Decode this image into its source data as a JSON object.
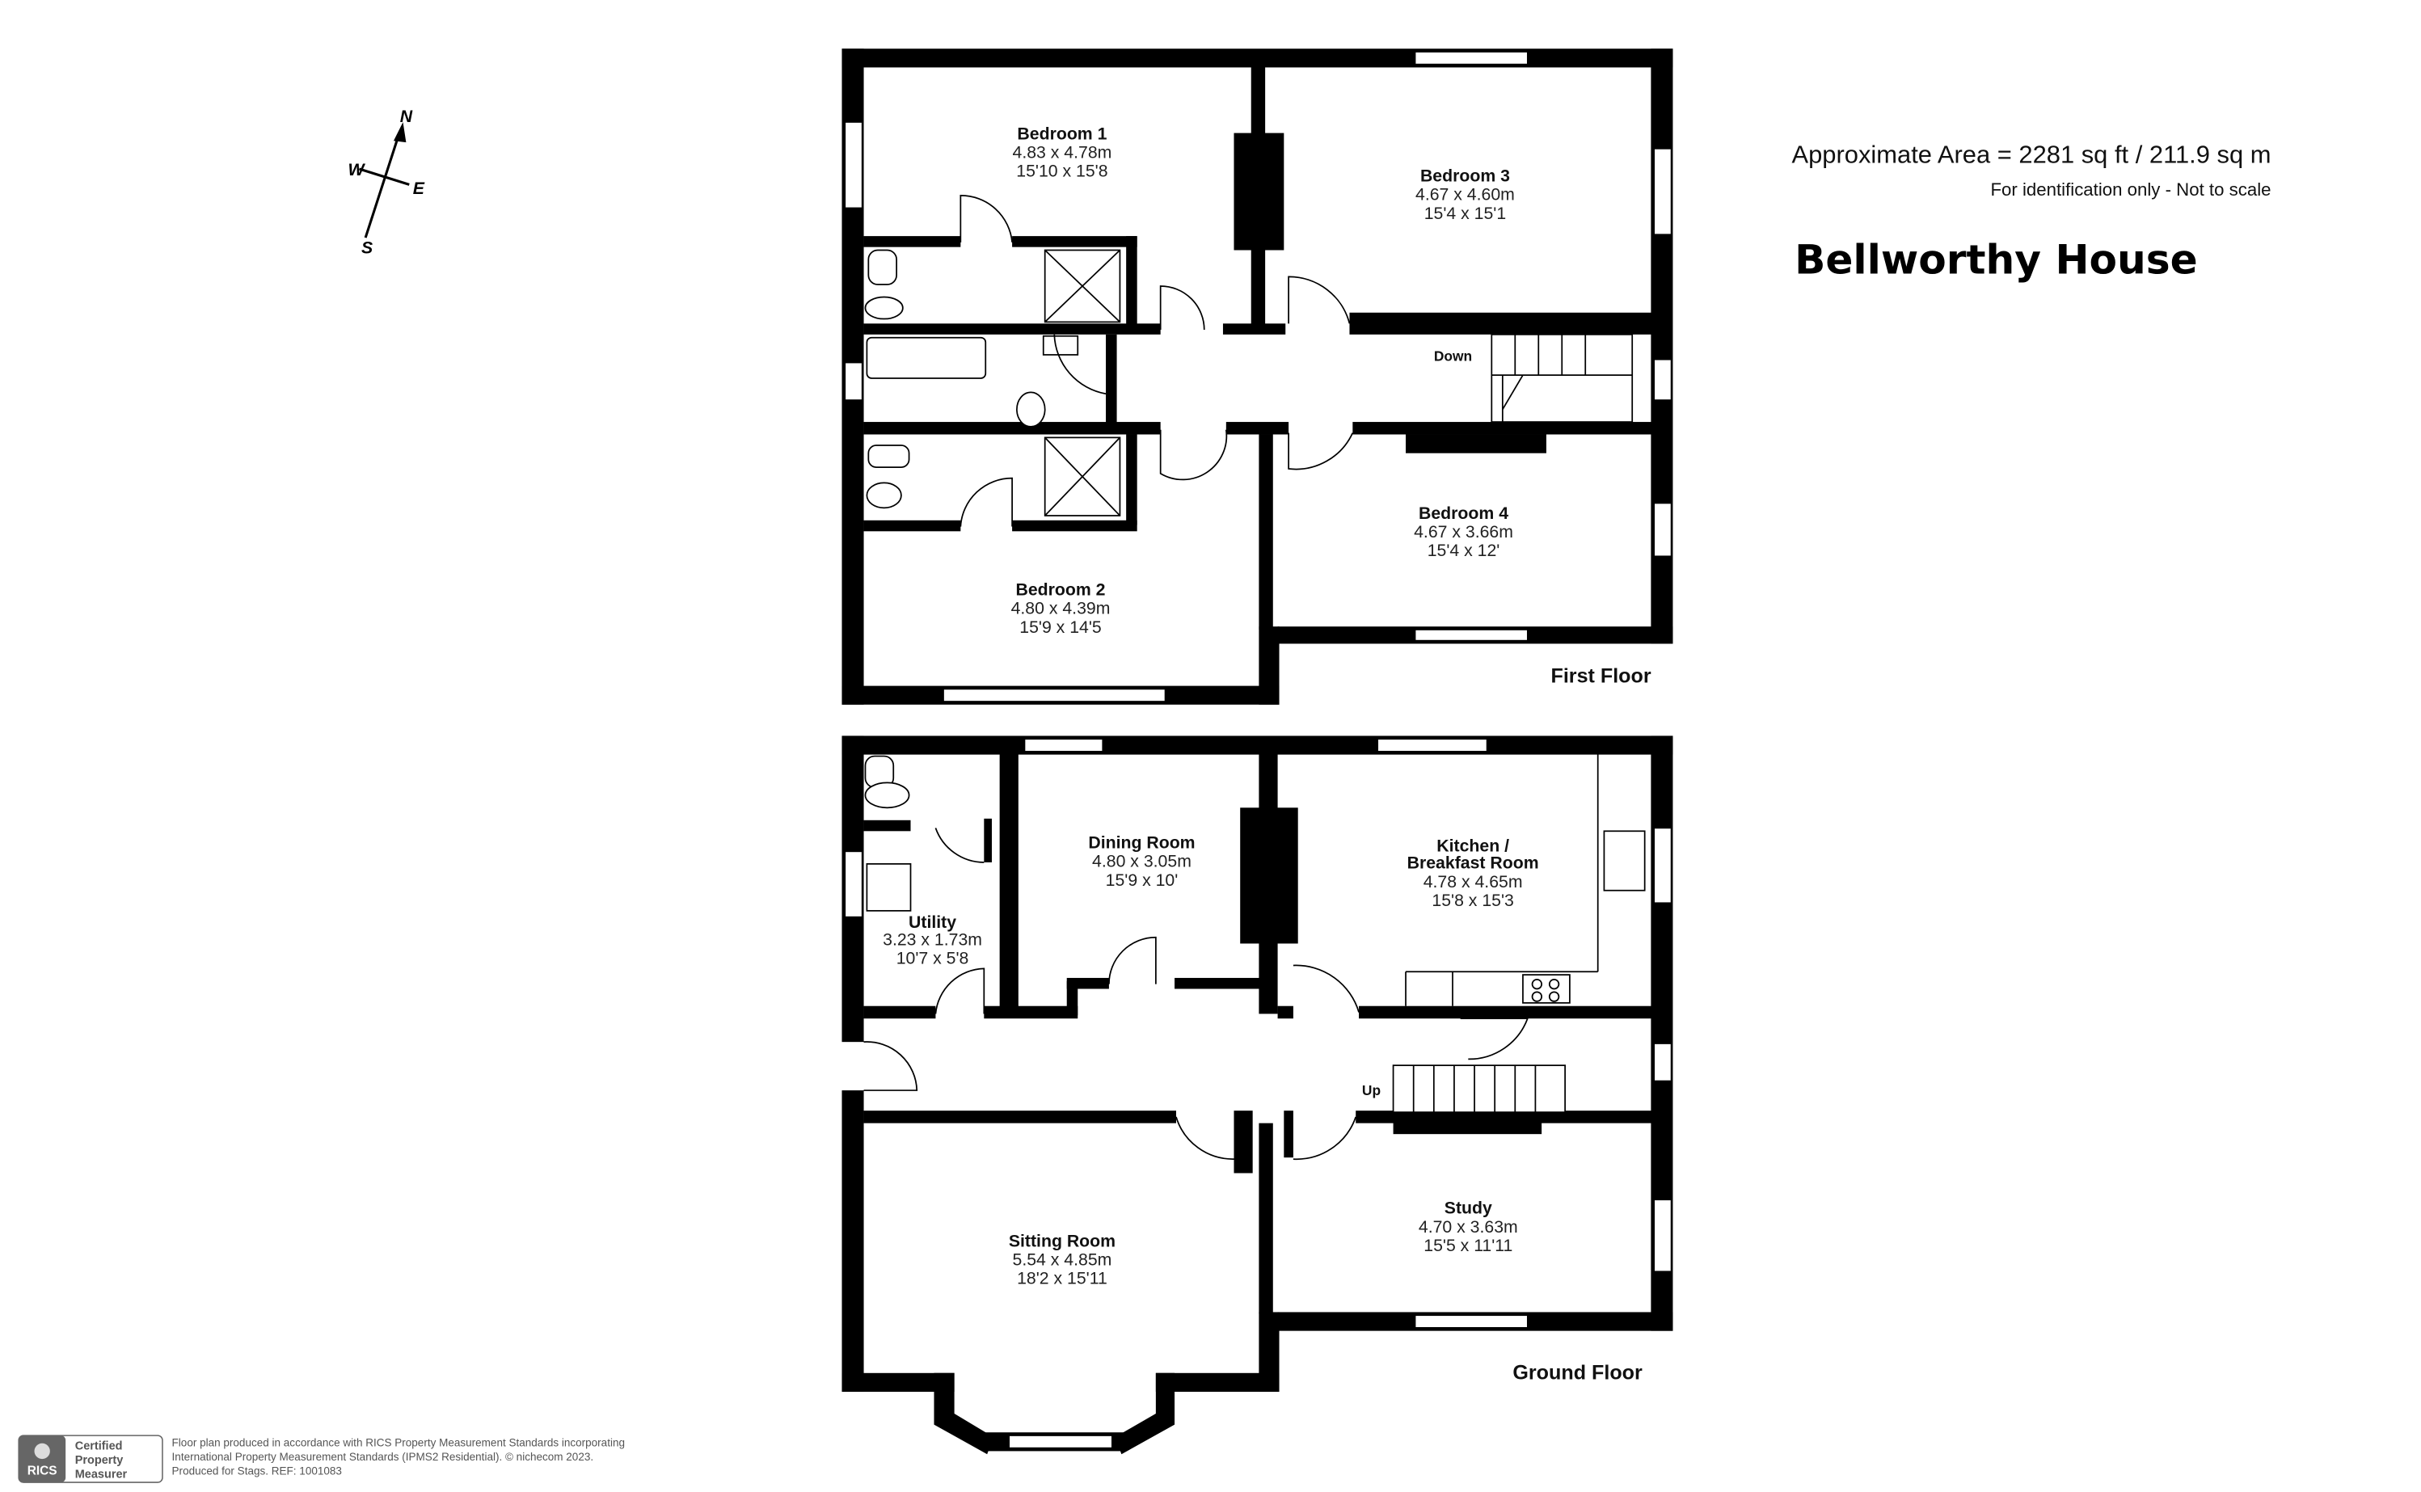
{
  "header": {
    "area": "Approximate Area = 2281 sq ft / 211.9 sq m",
    "disclaimer": "For identification only - Not to scale",
    "title": "Bellworthy House"
  },
  "compass": {
    "n": "N",
    "s": "S",
    "e": "E",
    "w": "W"
  },
  "first_floor": {
    "label": "First Floor",
    "stairs_label": "Down",
    "rooms": [
      {
        "name": "Bedroom 1",
        "metric": "4.83 x 4.78m",
        "imperial": "15'10 x 15'8"
      },
      {
        "name": "Bedroom 3",
        "metric": "4.67 x 4.60m",
        "imperial": "15'4 x 15'1"
      },
      {
        "name": "Bedroom 2",
        "metric": "4.80 x 4.39m",
        "imperial": "15'9 x 14'5"
      },
      {
        "name": "Bedroom 4",
        "metric": "4.67 x 3.66m",
        "imperial": "15'4 x 12'"
      }
    ]
  },
  "ground_floor": {
    "label": "Ground Floor",
    "stairs_label": "Up",
    "rooms": [
      {
        "name": "Dining Room",
        "metric": "4.80 x 3.05m",
        "imperial": "15'9 x 10'"
      },
      {
        "name": "Kitchen /",
        "name2": "Breakfast Room",
        "metric": "4.78 x 4.65m",
        "imperial": "15'8 x 15'3"
      },
      {
        "name": "Utility",
        "metric": "3.23 x 1.73m",
        "imperial": "10'7 x 5'8"
      },
      {
        "name": "Sitting Room",
        "metric": "5.54 x 4.85m",
        "imperial": "18'2 x 15'11"
      },
      {
        "name": "Study",
        "metric": "4.70 x 3.63m",
        "imperial": "15'5 x 11'11"
      }
    ]
  },
  "footer": {
    "badge_logo": "RICS",
    "badge_lines": [
      "Certified",
      "Property",
      "Measurer"
    ],
    "lines": [
      "Floor plan produced in accordance with RICS Property Measurement Standards incorporating",
      "International Property Measurement Standards (IPMS2 Residential).   © nichecom 2023.",
      "Produced for Stags.   REF: 1001083"
    ]
  }
}
